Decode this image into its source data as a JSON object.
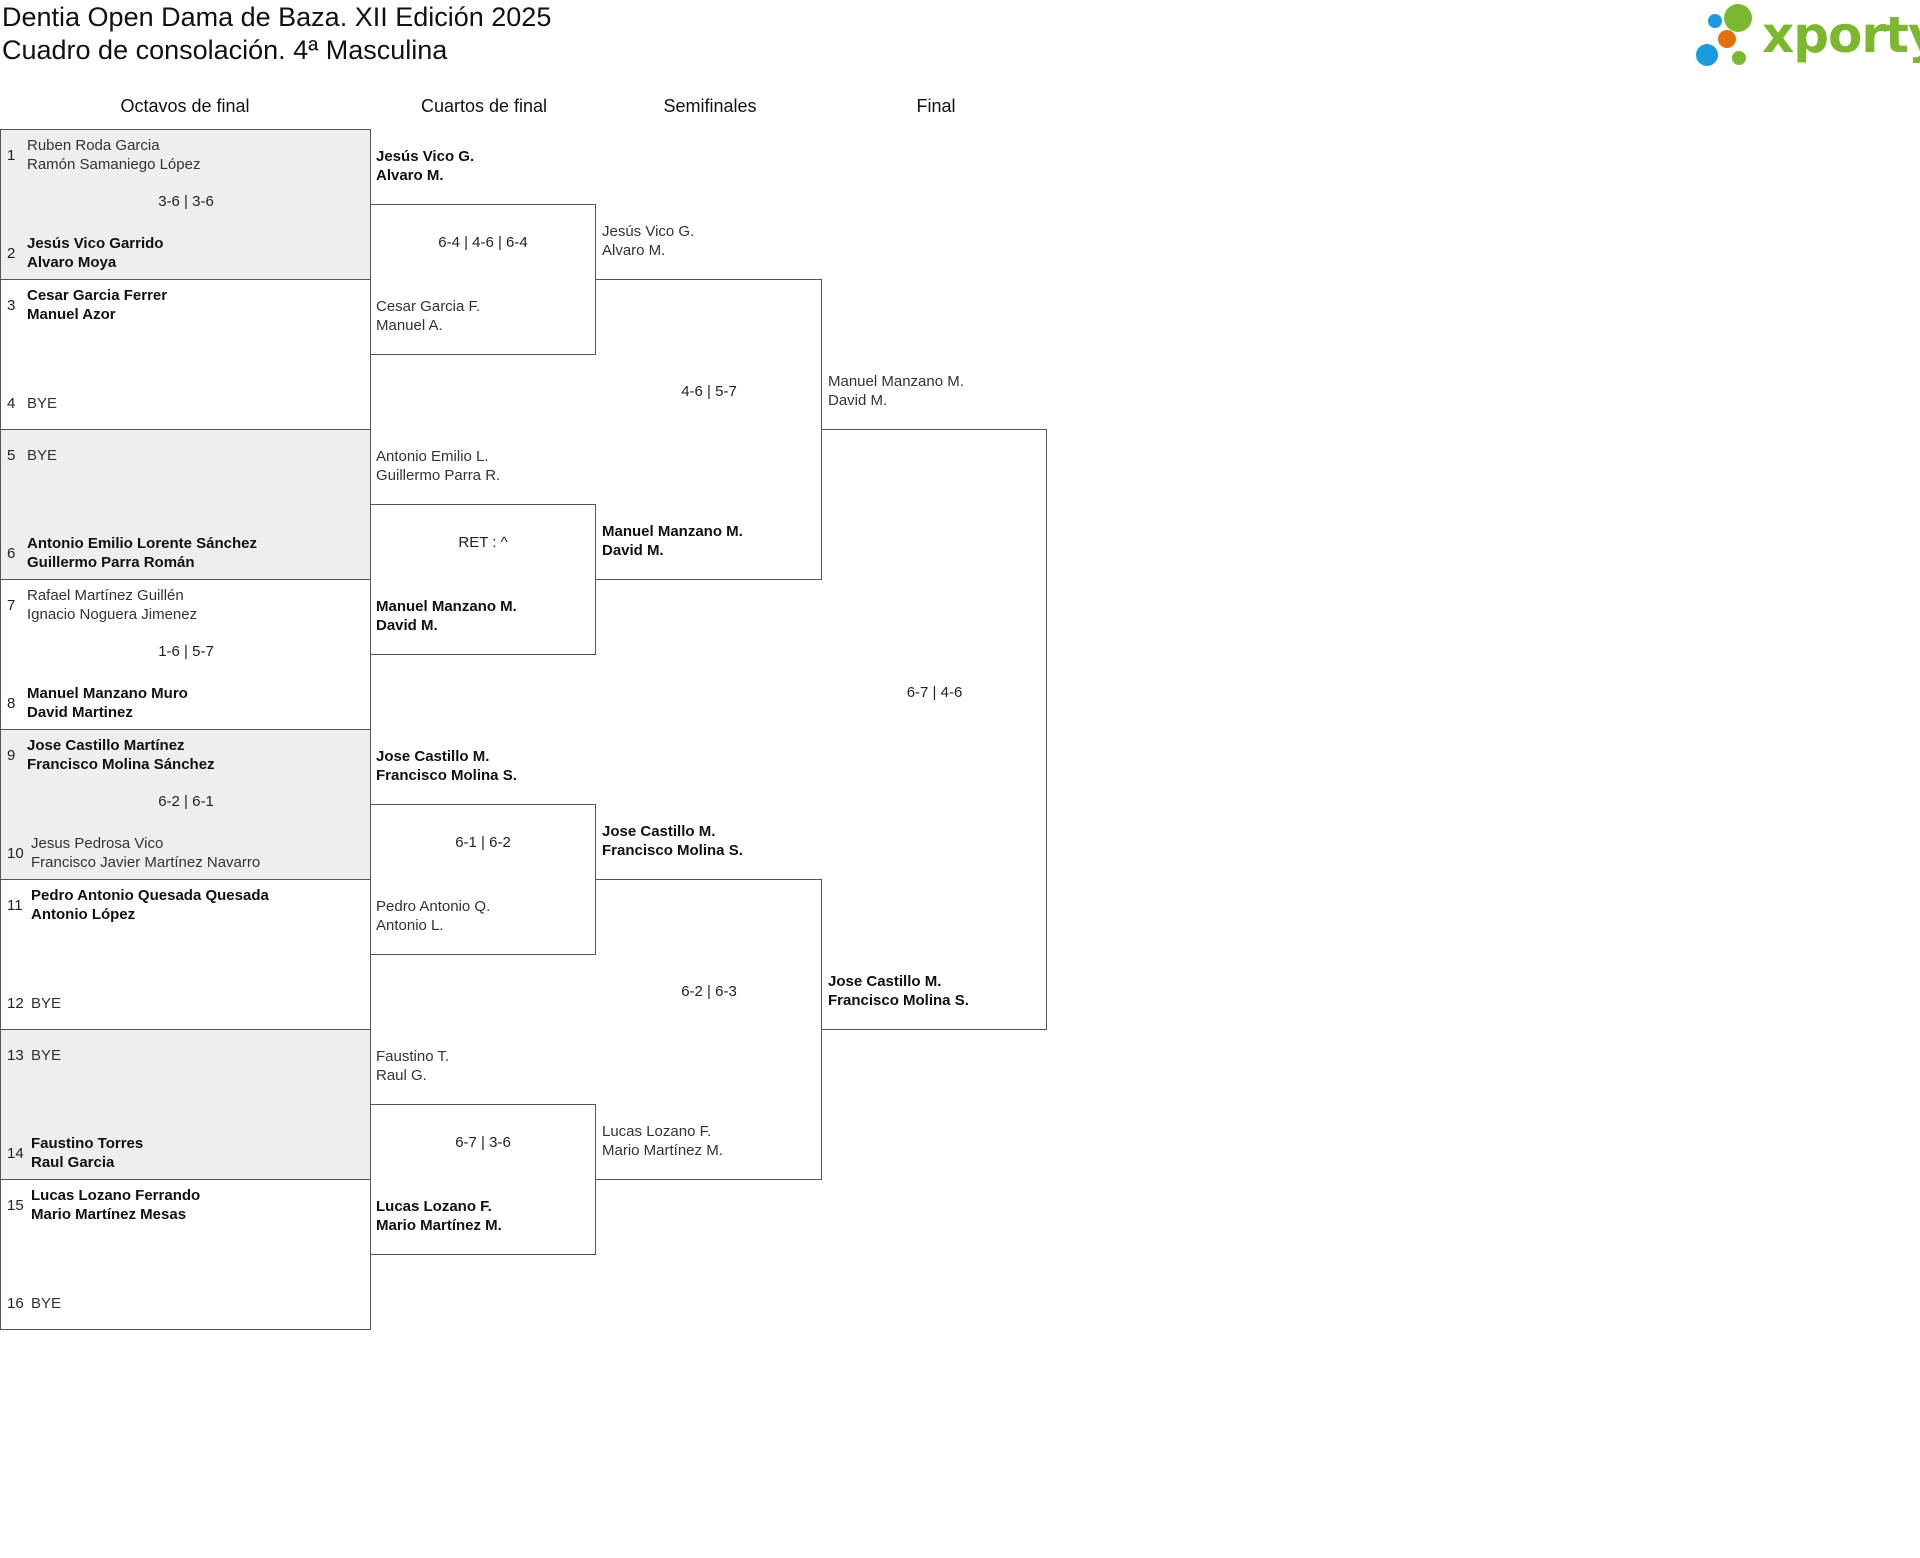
{
  "header": {
    "title_line1": "Dentia Open Dama de Baza. XII Edición 2025",
    "title_line2": "Cuadro de consolación. 4ª Masculina",
    "logo_text": "xporty"
  },
  "colors": {
    "logo_green": "#7cb82f",
    "logo_blue": "#1a9be0",
    "logo_orange": "#e2700f",
    "row_gray": "#eeeeee"
  },
  "rounds": [
    "Octavos de final",
    "Cuartos de final",
    "Semifinales",
    "Final"
  ],
  "round1": [
    {
      "score": "3-6 | 3-6",
      "top": {
        "num": "1",
        "names": [
          "Ruben Roda Garcia",
          "Ramón Samaniego López"
        ],
        "winner": false
      },
      "bottom": {
        "num": "2",
        "names": [
          "Jesús Vico Garrido",
          "Alvaro Moya"
        ],
        "winner": true
      }
    },
    {
      "score": "",
      "top": {
        "num": "3",
        "names": [
          "Cesar Garcia Ferrer",
          "Manuel Azor"
        ],
        "winner": true
      },
      "bottom": {
        "num": "4",
        "names": [
          "BYE"
        ],
        "winner": false
      }
    },
    {
      "score": "",
      "top": {
        "num": "5",
        "names": [
          "BYE"
        ],
        "winner": false
      },
      "bottom": {
        "num": "6",
        "names": [
          "Antonio Emilio Lorente Sánchez",
          "Guillermo Parra Román"
        ],
        "winner": true
      }
    },
    {
      "score": "1-6 | 5-7",
      "top": {
        "num": "7",
        "names": [
          "Rafael Martínez Guillén",
          "Ignacio Noguera Jimenez"
        ],
        "winner": false
      },
      "bottom": {
        "num": "8",
        "names": [
          "Manuel Manzano Muro",
          "David Martinez"
        ],
        "winner": true
      }
    },
    {
      "score": "6-2 | 6-1",
      "top": {
        "num": "9",
        "names": [
          "Jose Castillo Martínez",
          "Francisco Molina Sánchez"
        ],
        "winner": true
      },
      "bottom": {
        "num": "10",
        "names": [
          "Jesus Pedrosa Vico",
          "Francisco Javier Martínez Navarro"
        ],
        "winner": false
      }
    },
    {
      "score": "",
      "top": {
        "num": "11",
        "names": [
          "Pedro Antonio Quesada Quesada",
          "Antonio López"
        ],
        "winner": true
      },
      "bottom": {
        "num": "12",
        "names": [
          "BYE"
        ],
        "winner": false
      }
    },
    {
      "score": "",
      "top": {
        "num": "13",
        "names": [
          "BYE"
        ],
        "winner": false
      },
      "bottom": {
        "num": "14",
        "names": [
          "Faustino Torres",
          "Raul Garcia"
        ],
        "winner": true
      }
    },
    {
      "score": "",
      "top": {
        "num": "15",
        "names": [
          "Lucas Lozano Ferrando",
          "Mario Martínez Mesas"
        ],
        "winner": true
      },
      "bottom": {
        "num": "16",
        "names": [
          "BYE"
        ],
        "winner": false
      }
    }
  ],
  "later_rounds": [
    [
      {
        "score": "6-4 | 4-6 | 6-4",
        "top": {
          "names": [
            "Jesús Vico G.",
            "Alvaro M."
          ],
          "winner": true
        },
        "bottom": {
          "names": [
            "Cesar Garcia F.",
            "Manuel A."
          ],
          "winner": false
        }
      },
      {
        "score": "RET : ^",
        "top": {
          "names": [
            "Antonio Emilio L.",
            "Guillermo Parra R."
          ],
          "winner": false
        },
        "bottom": {
          "names": [
            "Manuel Manzano M.",
            "David M."
          ],
          "winner": true
        }
      },
      {
        "score": "6-1 | 6-2",
        "top": {
          "names": [
            "Jose Castillo M.",
            "Francisco Molina S."
          ],
          "winner": true
        },
        "bottom": {
          "names": [
            "Pedro Antonio Q.",
            "Antonio L."
          ],
          "winner": false
        }
      },
      {
        "score": "6-7 | 3-6",
        "top": {
          "names": [
            "Faustino T.",
            "Raul G."
          ],
          "winner": false
        },
        "bottom": {
          "names": [
            "Lucas Lozano F.",
            "Mario Martínez M."
          ],
          "winner": true
        }
      }
    ],
    [
      {
        "score": "4-6 | 5-7",
        "top": {
          "names": [
            "Jesús Vico G.",
            "Alvaro M."
          ],
          "winner": false
        },
        "bottom": {
          "names": [
            "Manuel Manzano M.",
            "David M."
          ],
          "winner": true
        }
      },
      {
        "score": "6-2 | 6-3",
        "top": {
          "names": [
            "Jose Castillo M.",
            "Francisco Molina S."
          ],
          "winner": true
        },
        "bottom": {
          "names": [
            "Lucas Lozano F.",
            "Mario Martínez M."
          ],
          "winner": false
        }
      }
    ],
    [
      {
        "score": "6-7 | 4-6",
        "top": {
          "names": [
            "Manuel Manzano M.",
            "David M."
          ],
          "winner": false
        },
        "bottom": {
          "names": [
            "Jose Castillo M.",
            "Francisco Molina S."
          ],
          "winner": true
        }
      }
    ]
  ]
}
